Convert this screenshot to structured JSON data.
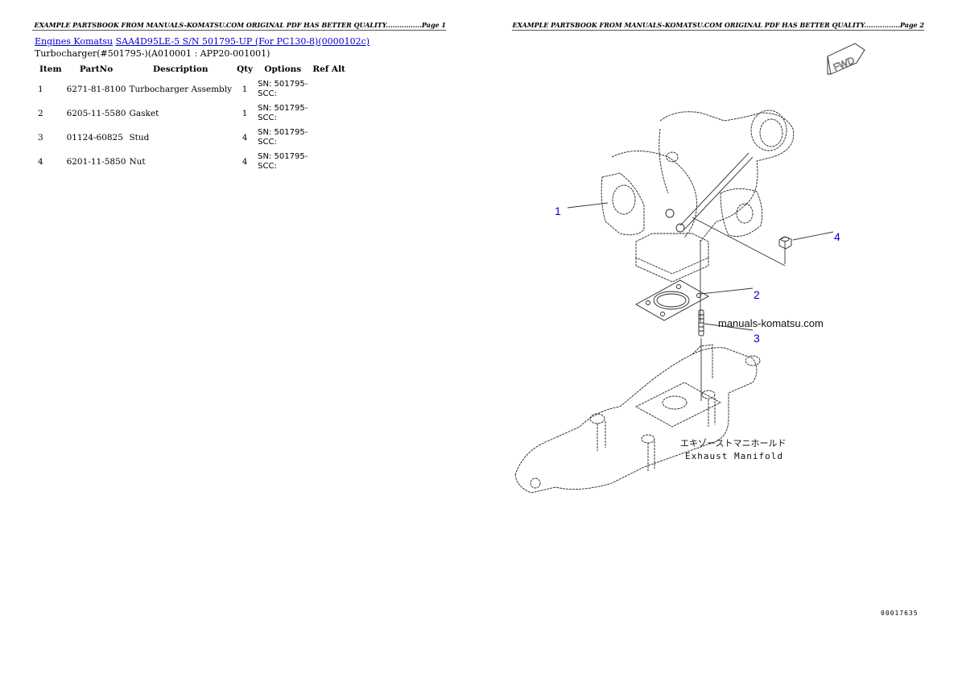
{
  "pages": {
    "left": {
      "header": "EXAMPLE PARTSBOOK FROM MANUALS-KOMATSU.COM ORIGINAL PDF HAS BETTER QUALITY................Page 1"
    },
    "right": {
      "header": "EXAMPLE PARTSBOOK FROM MANUALS-KOMATSU.COM ORIGINAL PDF HAS BETTER QUALITY................Page 2"
    }
  },
  "breadcrumb": {
    "link1": "Engines Komatsu",
    "link2": "SAA4D95LE-5 S/N 501795-UP (For PC130-8)(0000102c)"
  },
  "subtitle": "Turbocharger(#501795-)(A010001 : APP20-001001)",
  "table": {
    "headers": {
      "item": "Item",
      "partno": "PartNo",
      "description": "Description",
      "qty": "Qty",
      "options": "Options",
      "refalt": "Ref Alt"
    },
    "rows": [
      {
        "item": "1",
        "partno": "6271-81-8100",
        "description": "Turbocharger Assembly",
        "qty": "1",
        "options_line1": "SN: 501795-",
        "options_line2": "SCC:",
        "refalt": ""
      },
      {
        "item": "2",
        "partno": "6205-11-5580",
        "description": "Gasket",
        "qty": "1",
        "options_line1": "SN: 501795-",
        "options_line2": "SCC:",
        "refalt": ""
      },
      {
        "item": "3",
        "partno": "01124-60825",
        "description": "Stud",
        "qty": "4",
        "options_line1": "SN: 501795-",
        "options_line2": "SCC:",
        "refalt": ""
      },
      {
        "item": "4",
        "partno": "6201-11-5850",
        "description": "Nut",
        "qty": "4",
        "options_line1": "SN: 501795-",
        "options_line2": "SCC:",
        "refalt": ""
      }
    ]
  },
  "diagram": {
    "fwd_label": "FWD",
    "callouts": [
      "1",
      "2",
      "3",
      "4"
    ],
    "watermark": "manuals-komatsu.com",
    "label_jp": "エキゾーストマニホールド",
    "label_en": "Exhaust Manifold",
    "serial": "00017635"
  },
  "colors": {
    "link": "#0000cc",
    "callout": "#0000cc"
  }
}
